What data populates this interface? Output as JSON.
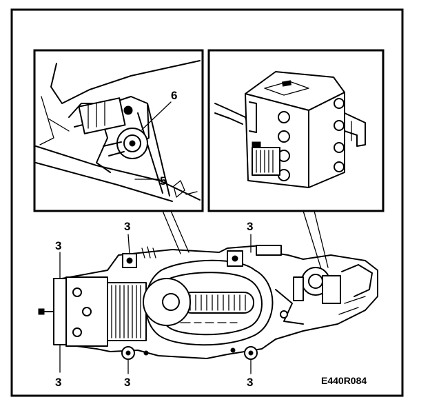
{
  "figure": {
    "code": "E440R084",
    "callouts": {
      "fastener": "3",
      "inset_left_a": "6",
      "inset_left_b": "5"
    }
  }
}
